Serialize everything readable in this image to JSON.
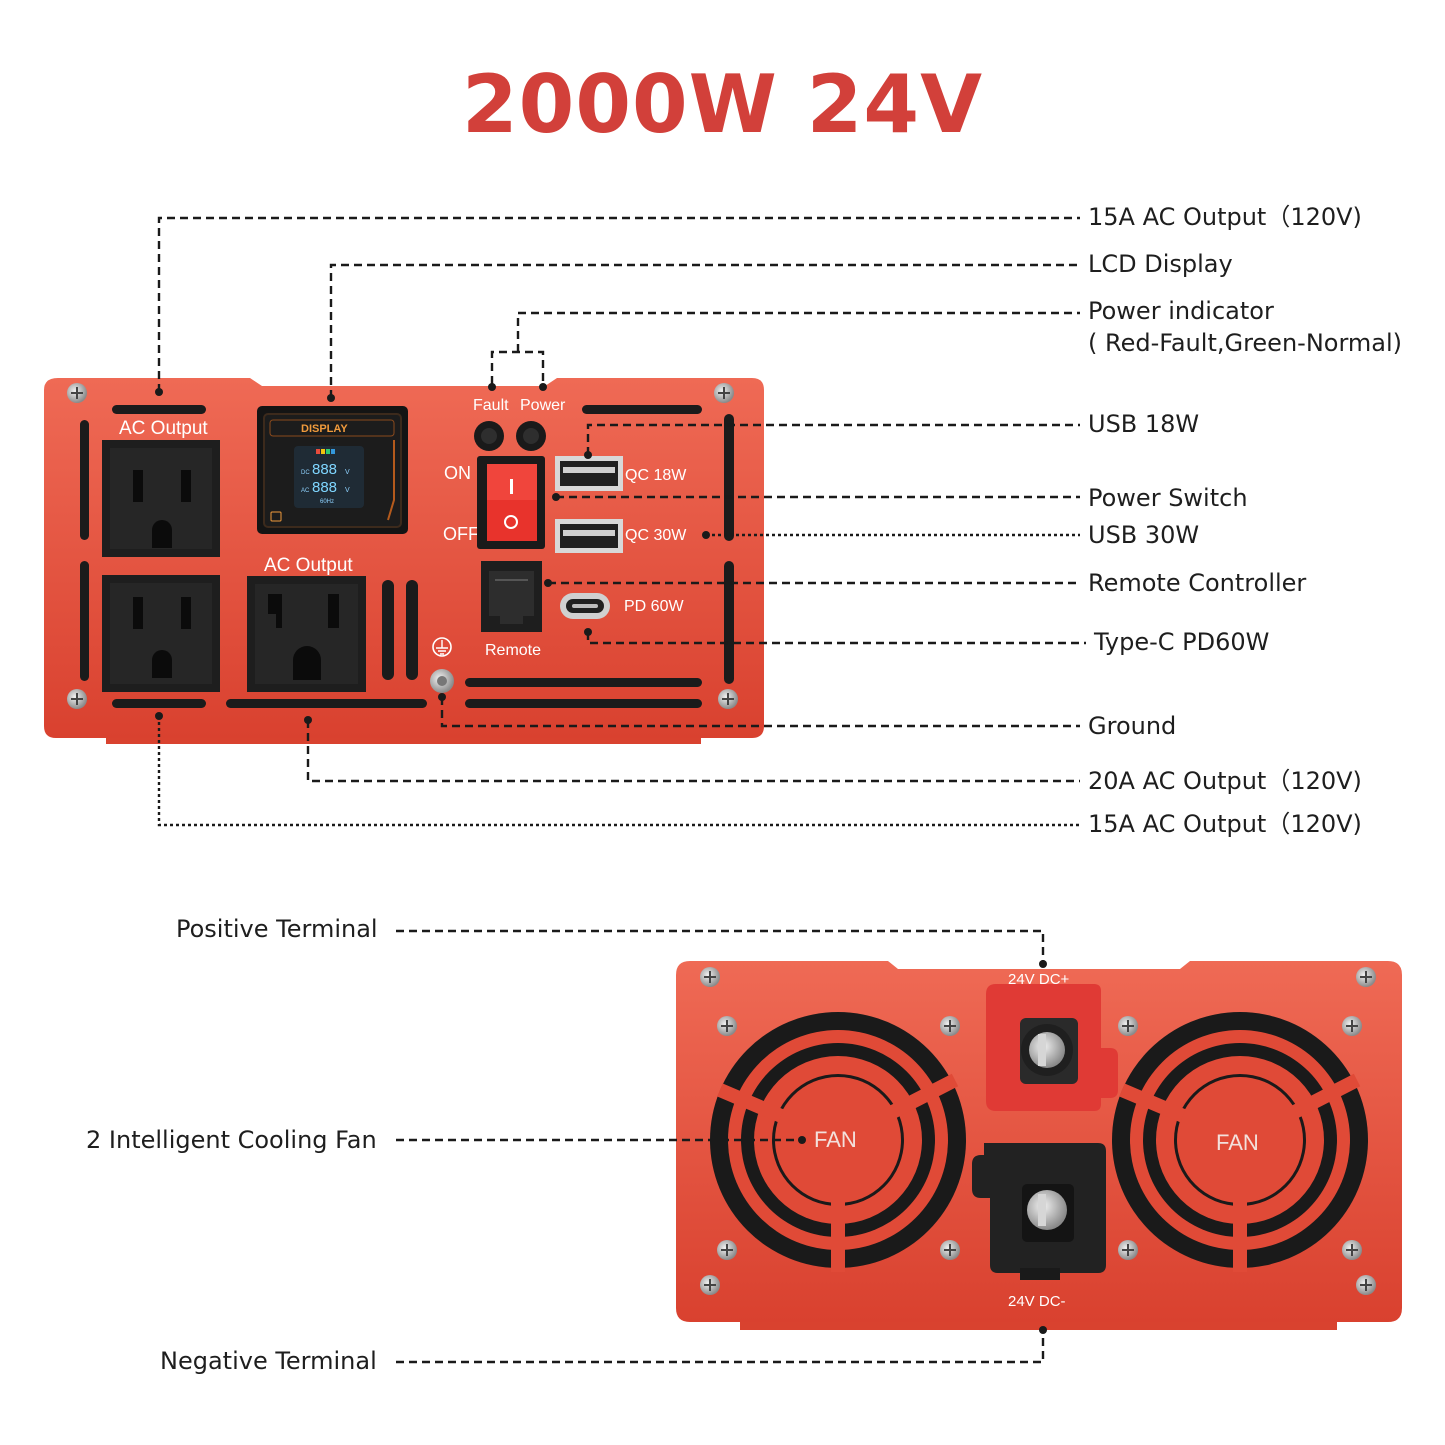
{
  "title": "2000W 24V",
  "front_panel": {
    "callouts": [
      "15A AC Output（120V)",
      "LCD Display",
      "Power indicator",
      "( Red-Fault,Green-Normal)",
      "USB 18W",
      "Power Switch",
      "USB 30W",
      "Remote Controller",
      "Type-C PD60W",
      "Ground",
      "20A AC Output（120V)",
      "15A AC Output（120V)"
    ],
    "labels": {
      "ac_output_top": "AC Output",
      "ac_output_20a": "AC Output",
      "display": "DISPLAY",
      "fault": "Fault",
      "power": "Power",
      "on": "ON",
      "off": "OFF",
      "qc18": "QC 18W",
      "qc30": "QC 30W",
      "pd60": "PD 60W",
      "remote": "Remote",
      "lcd_dc": "DC",
      "lcd_ac": "AC",
      "lcd_dc_value": "888",
      "lcd_ac_value": "888",
      "lcd_v1": "V",
      "lcd_v2": "V",
      "lcd_hz": "60Hz"
    }
  },
  "rear_panel": {
    "callouts": {
      "positive": "Positive Terminal",
      "fan": "2 Intelligent Cooling Fan",
      "negative": "Negative Terminal"
    },
    "labels": {
      "dc_plus": "24V  DC+",
      "dc_minus": "24V  DC-",
      "fan_left": "FAN",
      "fan_right": "FAN"
    }
  },
  "colors": {
    "title": "#d2403a",
    "panel": "#e2503f",
    "panel_dark": "#c23a2c",
    "socket": "#1e1e1e"
  }
}
